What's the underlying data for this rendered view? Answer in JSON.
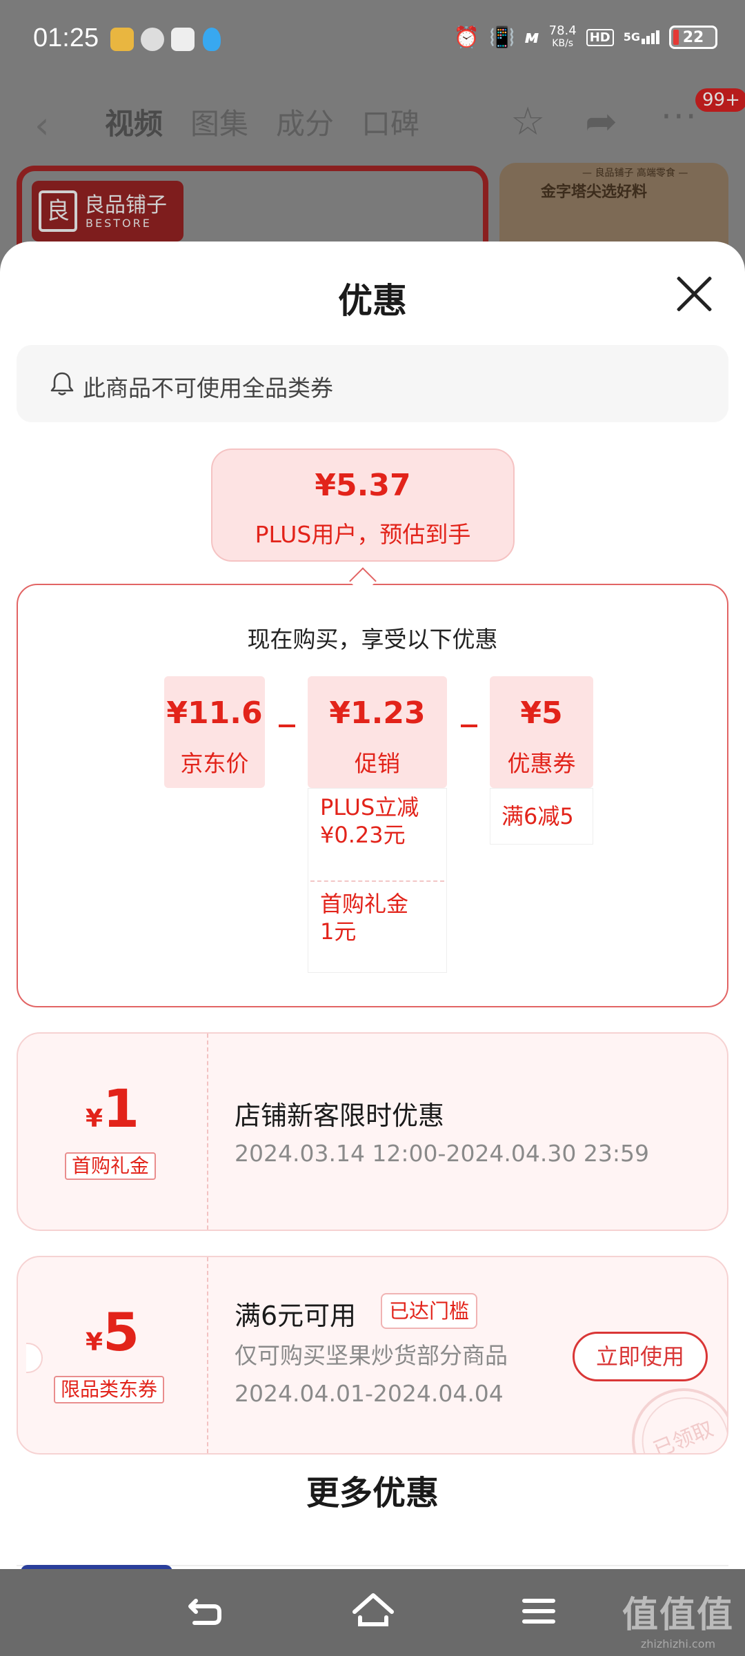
{
  "status_bar": {
    "time": "01:25",
    "net_speed_value": "78.4",
    "net_speed_unit": "KB/s",
    "hd": "HD",
    "network": "5G",
    "battery": "22",
    "icons": [
      "app-notification-icon",
      "smzdm-icon",
      "robot-app-icon",
      "qq-icon",
      "alarm-icon",
      "vibrate-icon",
      "nfc-icon",
      "signal-icon"
    ]
  },
  "background_page": {
    "tabs": [
      "视频",
      "图集",
      "成分",
      "口碑"
    ],
    "active_tab": "视频",
    "more_badge": "99+",
    "banner_brand": "良品铺子",
    "banner_brand_en": "BESTORE",
    "banner_brand_mark": "良",
    "banner2_small": "— 良品铺子 高端零食 —",
    "banner2_large": "金字塔尖选好料"
  },
  "sheet": {
    "title": "优惠",
    "notice": "此商品不可使用全品类券",
    "estimate_price": "¥5.37",
    "estimate_label": "PLUS用户，预估到手",
    "calc_header": "现在购买，享受以下优惠",
    "calc": {
      "jd_price": {
        "value": "¥11.6",
        "label": "京东价"
      },
      "promo": {
        "value": "¥1.23",
        "label": "促销",
        "details": [
          "PLUS立减\n¥0.23元",
          "首购礼金\n1元"
        ]
      },
      "coupon": {
        "value": "¥5",
        "label": "优惠券",
        "details": [
          "满6减5"
        ]
      },
      "minus": "–"
    },
    "coupons": [
      {
        "currency": "¥",
        "amount": "1",
        "tag": "首购礼金",
        "title": "店铺新客限时优惠",
        "date_range": "2024.03.14 12:00-2024.04.30 23:59"
      },
      {
        "currency": "¥",
        "amount": "5",
        "tag": "限品类东券",
        "title": "满6元可用",
        "condition_tag": "已达门槛",
        "scope": "仅可购买坚果炒货部分商品",
        "date_range": "2024.04.01-2024.04.04",
        "button": "立即使用",
        "stamp": "已领取"
      }
    ],
    "more_title": "更多优惠"
  },
  "watermark": {
    "text": "值值值",
    "site": "zhizhizhi.com"
  },
  "colors": {
    "accent_red": "#e2231a",
    "pink_bg": "#fde3e3",
    "coupon_bg": "#fff4f4"
  }
}
